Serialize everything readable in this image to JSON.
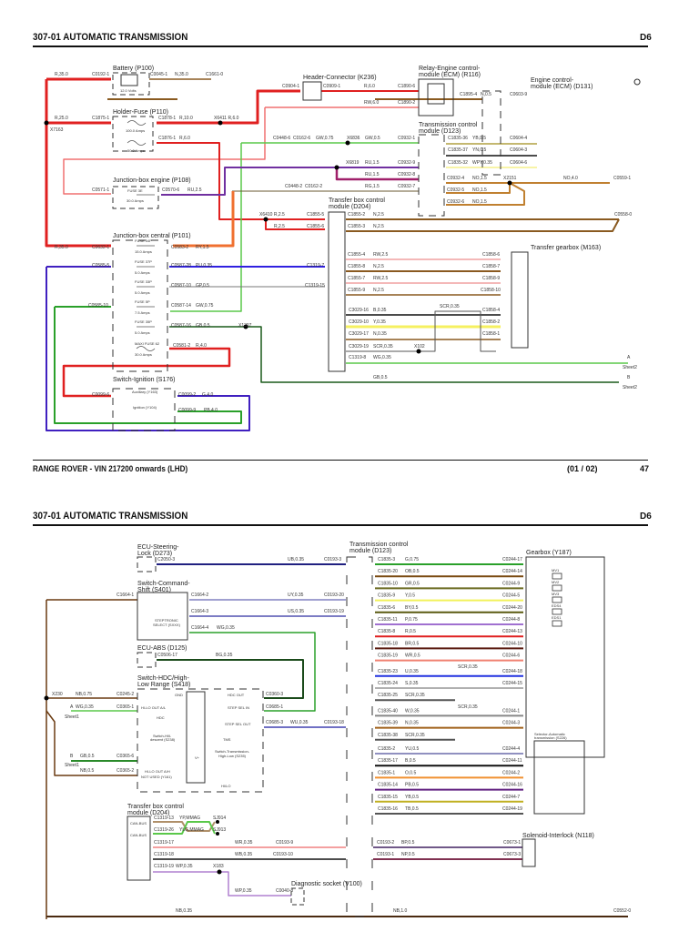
{
  "page1": {
    "title": "307-01 AUTOMATIC TRANSMISSION",
    "code": "D6",
    "footer_left": "RANGE ROVER - VIN 217200 onwards (LHD)",
    "footer_sheet": "(01 / 02)",
    "footer_page": "47",
    "modules": {
      "battery": "Battery (P100)",
      "battery_volts": "12.0 Volts",
      "holder_fuse": "Holder-Fuse (P110)",
      "fuse_100": "100.0 Amps",
      "fuse_50": "50.0 Amps",
      "header_connector": "Header-Connector (K236)",
      "relay_ecm_1": "Relay-Engine control-",
      "relay_ecm_2": "module (ECM) (R116)",
      "ecm_1": "Engine control-",
      "ecm_2": "module (ECM) (D131)",
      "tcm_1": "Transmission control",
      "tcm_2": "module (D123)",
      "jb_engine": "Junction-box engine (P108)",
      "fuse_3e": "FUSE 3E",
      "fuse_3e_amps": "30.0 Amps",
      "tbcm_1": "Transfer box control",
      "tbcm_2": "module (D204)",
      "jb_central": "Junction-box central (P101)",
      "transfer_gearbox": "Transfer gearbox (M163)",
      "switch_ignition": "Switch-Ignition (S176)",
      "auxiliary": "Auxiliary (Y163)",
      "ignition": "Ignition (Y104)"
    },
    "fuses": [
      {
        "name": "FUSE 54P",
        "amps": "15.0 Amps"
      },
      {
        "name": "FUSE 37P",
        "amps": "5.0 Amps"
      },
      {
        "name": "FUSE 33P",
        "amps": "5.0 Amps"
      },
      {
        "name": "FUSE 5P",
        "amps": "7.5 Amps"
      },
      {
        "name": "FUSE 35P",
        "amps": "5.0 Amps"
      },
      {
        "name": "MAXI FUSE 62",
        "amps": "30.0 Amps"
      }
    ],
    "labels": {
      "r35_top": "R,35.0",
      "c0192": "C0192-1",
      "c0045": "C0045-1",
      "n35": "N,35.0",
      "c1661": "C1661-0",
      "r25": "R,25.0",
      "c1875": "C1875-1",
      "c1878": "C1878-1",
      "r10": "R,10.0",
      "x6411": "X6411 R,6.0",
      "x7163": "X7163",
      "c1876": "C1876-1",
      "r6_b": "R,6.0",
      "c0904": "C0904-1",
      "c0909": "C0909-1",
      "r6": "R,6.0",
      "c1890_6": "C1890-6",
      "rw6": "RW,6.0",
      "c1890_2": "C1890-2",
      "c1895": "C1895-4",
      "n05": "N,0.5",
      "c0603": "C0603-9",
      "c0448_6": "C0448-6",
      "c0162_6": "C0162-6",
      "gw075": "GW,0.75",
      "x6836": "X6836",
      "gw05": "GW,0.5",
      "c0932_1": "C0932-1",
      "c1835_36": "C1835-36",
      "yb05": "YB,0.5",
      "c0604_4": "C0604-4",
      "c1835_37": "C1835-37",
      "yn05": "YN,0.5",
      "c0604_3": "C0604-3",
      "c1835_32": "C1835-32",
      "wpy035": "WPY,0.35",
      "c0604_6": "C0604-6",
      "x6819": "X6819",
      "ru15": "RU,1.5",
      "c0932_9": "C0932-9",
      "ru15b": "RU,1.5",
      "c0932_8": "C0932-8",
      "rg15": "RG,1.5",
      "c0932_7": "C0932-7",
      "c0448_2": "C0448-2",
      "c0162_2": "C0162-2",
      "c0932_4": "C0932-4",
      "no15a": "NO,1.5",
      "x2151": "X2151",
      "no4": "NO,4.0",
      "c0559": "C0559-1",
      "c0932_5": "C0932-5",
      "no15b": "NO,1.5",
      "c0932_6": "C0932-6",
      "no15c": "NO,1.5",
      "c0571": "C0571-1",
      "c0570": "C0570-6",
      "ru25": "RU,2.5",
      "x6410": "X6410 R,2.5",
      "c1855_5": "C1855-5",
      "r25b": "R,2.5",
      "c1855_6": "C1855-6",
      "c1855_2": "C1855-2",
      "n25a": "N,2.5",
      "c1855_3": "C1855-3",
      "n25b": "N,2.5",
      "c0558": "C0558-0",
      "r35": "R,35.0",
      "c0632": "C0632-1",
      "c0583": "C0583-2",
      "ry15": "RY,1.5",
      "c0585_5": "C0585-5",
      "c0587_28": "C0587-28",
      "pu035": "PU,0.35",
      "c1319_7": "C1319-7",
      "c0587_10": "C0587-10",
      "gp05": "GP,0.5",
      "c1319_15": "C1319-15",
      "c0585_10": "C0585-10",
      "c0587_14": "C0587-14",
      "gw075b": "GW,0.75",
      "c0587_16": "C0587-16",
      "gb05": "GB,0.5",
      "x1397": "X1397",
      "c0581": "C0581-2",
      "r4": "R,4.0",
      "c0099_6": "C0099-6",
      "c0099_2": "C0099-2",
      "g4": "G,4.0",
      "c0099_9": "C0099-9",
      "pb4": "PB,4.0",
      "c1855_4": "C1855-4",
      "rw25a": "RW,2.5",
      "c1858_6": "C1858-6",
      "c1855_8": "C1855-8",
      "n25c": "N,2.5",
      "c1858_7": "C1858-7",
      "c1855_7": "C1855-7",
      "rw25b": "RW,2.5",
      "c1858_9": "C1858-9",
      "c1855_9": "C1855-9",
      "n25d": "N,2.5",
      "c1858_10": "C1858-10",
      "scr035": "SCR,0.35",
      "c3029_16": "C3029-16",
      "b035": "B,0.35",
      "c1858_4": "C1858-4",
      "c3029_10": "C3029-10",
      "y035": "Y,0.35",
      "c1858_2": "C1858-2",
      "c3029_17": "C3029-17",
      "n035": "N,0.35",
      "c1858_1": "C1858-1",
      "c3029_19": "C3029-19",
      "scr035b": "SCR,0.35",
      "x102": "X102",
      "c1319_8": "C1319-8",
      "wg035": "WG,0.35",
      "a": "A",
      "sheet2a": "Sheet2",
      "gb05b": "GB,0.5",
      "b": "B",
      "sheet2b": "Sheet2"
    }
  },
  "page2": {
    "title": "307-01 AUTOMATIC TRANSMISSION",
    "code": "D6",
    "modules": {
      "steering_1": "ECU-Steering-",
      "steering_2": "Lock (D273)",
      "cmd_shift_1": "Switch-Command-",
      "cmd_shift_2": "Shift (S401)",
      "steptronic_1": "STEPTRONIC",
      "steptronic_2": "SELECT (SXXX)",
      "abs": "ECU-ABS (D125)",
      "hdc_1": "Switch-HDC/High-",
      "hdc_2": "Low Range (S418)",
      "tcm_1": "Transmission control",
      "tcm_2": "module (D123)",
      "gearbox": "Gearbox (Y187)",
      "selector_1": "Selector-Automatic",
      "selector_2": "transmission (S226)",
      "tbcm_1": "Transfer box control",
      "tbcm_2": "module (D204)",
      "solenoid": "Solenoid-Interlock (N118)",
      "diag": "Diagnostic socket (V100)"
    },
    "hdc_pins": {
      "gnd": "GND",
      "hdc_out": "HDC OUT",
      "hilo_al": "HI-LO OUT A/L",
      "step_in": "STEP SEL IN",
      "hdc": "HDC",
      "step_out": "STEP SEL OUT",
      "hill": "Switch-Hill-",
      "hill2": "descent (S238)",
      "vplus": "V+",
      "trans1": "Switch-Transmission-",
      "trans2": "High-Low (S235)",
      "hilo_ah": "HI-LO OUT A/H",
      "not_used": "NOT USED (Y161)",
      "hilo": "HI/LO",
      "tms": "TMS"
    },
    "gearbox_parts": [
      "MV1",
      "MV2",
      "MV3",
      "EDS4",
      "EDS1"
    ],
    "tcm_wires": [
      {
        "left": "C1835-3",
        "spec": "G,0.75",
        "right": "C0244-17",
        "color": "#2aa02a"
      },
      {
        "left": "C1835-20",
        "spec": "OB,0.5",
        "right": "C0244-14",
        "color": "#7a4a10"
      },
      {
        "left": "C1835-10",
        "spec": "GR,0.5",
        "right": "C0244-9",
        "color": "#6a6a20"
      },
      {
        "left": "C1835-9",
        "spec": "Y,0.5",
        "right": "C0244-5",
        "color": "#f2f25a"
      },
      {
        "left": "C1835-6",
        "spec": "BY,0.5",
        "right": "C0244-20",
        "color": "#5a5a10"
      },
      {
        "left": "C1835-11",
        "spec": "P,0.75",
        "right": "C0244-8",
        "color": "#a070d0"
      },
      {
        "left": "C1835-8",
        "spec": "R,0.5",
        "right": "C0244-13",
        "color": "#e02020"
      },
      {
        "left": "C1835-18",
        "spec": "BR,0.5",
        "right": "C0244-10",
        "color": "#5a1a10"
      },
      {
        "left": "C1835-19",
        "spec": "WR,0.5",
        "right": "C0244-6",
        "color": "#f08070"
      },
      {
        "left": "C1835-23",
        "spec": "U,0.35",
        "right": "C0244-18",
        "color": "#2030e0"
      },
      {
        "left": "C1835-24",
        "spec": "S,0.35",
        "right": "C0244-15",
        "color": "#b0b0b0"
      },
      {
        "left": "C1835-25",
        "spec": "SCR,0.35",
        "right": "",
        "color": "#555555"
      },
      {
        "left": "C1835-40",
        "spec": "W,0.35",
        "right": "C0244-1",
        "color": "#888888"
      },
      {
        "left": "C1835-39",
        "spec": "N,0.35",
        "right": "C0244-3",
        "color": "#a0601a"
      },
      {
        "left": "C1835-38",
        "spec": "SCR,0.35",
        "right": "",
        "color": "#555555"
      },
      {
        "left": "C1835-2",
        "spec": "YU,0.5",
        "right": "C0244-4",
        "color": "#9090c0"
      },
      {
        "left": "C1835-17",
        "spec": "B,0.5",
        "right": "C0244-11",
        "color": "#111111"
      },
      {
        "left": "C1835-1",
        "spec": "O,0.5",
        "right": "C0244-2",
        "color": "#f09030"
      },
      {
        "left": "C1835-14",
        "spec": "PB,0.5",
        "right": "C0244-16",
        "color": "#602080"
      },
      {
        "left": "C1835-15",
        "spec": "YB,0.5",
        "right": "C0244-7",
        "color": "#c0b020"
      },
      {
        "left": "C1835-16",
        "spec": "TB,0.5",
        "right": "C0244-19",
        "color": "#555555"
      }
    ],
    "labels": {
      "c2050": "C2050-3",
      "ub035": "UB,0.35",
      "c0193_3": "C0193-3",
      "c1664_1": "C1664-1",
      "c1664_2": "C1664-2",
      "uy035": "UY,0.35",
      "c0193_20": "C0193-20",
      "c1664_3": "C1664-3",
      "us035": "US,0.35",
      "c0193_19": "C0193-19",
      "c1664_4": "C1664-4",
      "wg035": "WG,0.35",
      "c0506": "C0506-17",
      "bg035": "BG,0.35",
      "x230": "X230",
      "nb075": "NB,0.75",
      "c0245": "C0245-2",
      "c0360": "C0360-3",
      "a": "A",
      "wg035b": "WG,0.35",
      "c0365_1": "C0365-1",
      "sheet1a": "Sheet1",
      "c0685_1": "C0685-1",
      "c0685_3": "C0685-3",
      "wu035": "WU,0.35",
      "c0193_18": "C0193-18",
      "b": "B",
      "gb05": "GB,0.5",
      "c0365_6": "C0365-6",
      "sheet1b": "Sheet1",
      "nb05": "NB,0.5",
      "c0365_2": "C0365-2",
      "c1319_13": "C1319-13",
      "yp_mmag": "YP,MMAG",
      "sj914": "SJ914",
      "c1319_26": "C1319-26",
      "ylg_mmag": "YLG,MMAG",
      "sj913": "SJ913",
      "canbus": "CAN-BUS",
      "c1319_17": "C1319-17",
      "wr035": "WR,0.35",
      "c0193_9": "C0193-9",
      "c1319_18": "C1319-18",
      "wb035": "WB,0.35",
      "c0193_10": "C0193-10",
      "c1319_19": "C1319-19",
      "wp035": "WP,0.35",
      "x183": "X183",
      "wp035b": "WP,0.35",
      "c0040": "C0040-8",
      "c0193_2": "C0193-2",
      "bp05": "BP,0.5",
      "c0673_1": "C0673-1",
      "c0193_1": "C0193-1",
      "np05": "NP,0.5",
      "c0673_3": "C0673-3",
      "nb035": "NB,0.35",
      "nb1": "NB,1.0",
      "c0552": "C0552-0",
      "scr035": "SCR,0.35"
    }
  }
}
